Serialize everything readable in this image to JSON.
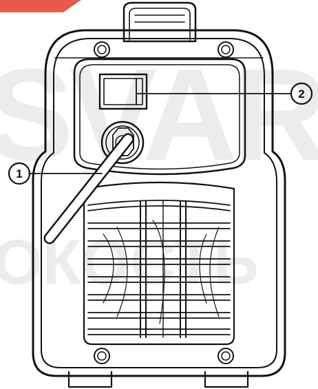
{
  "watermark": {
    "top_text": "SVAR",
    "bottom_text": "ОКОСТЬ",
    "accent_color": "#e73c2e",
    "text_color": "#ececec"
  },
  "callouts": [
    {
      "number": "1"
    },
    {
      "number": "2"
    }
  ],
  "colors": {
    "outline": "#111111",
    "fill": "#ffffff"
  }
}
